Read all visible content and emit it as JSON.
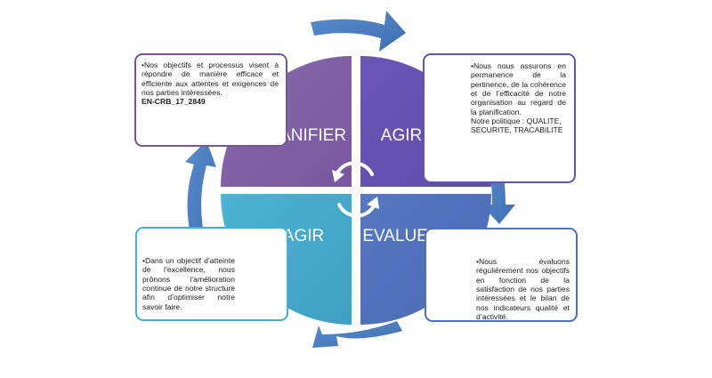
{
  "quadrants": {
    "top_left": "PLANIFIER",
    "top_right": "AGIR",
    "bottom_left": "AGIR",
    "bottom_right": "EVALUER"
  },
  "boxes": {
    "top_left": {
      "text": "•Nos objectifs et processus visent à répondre de manière efficace et efficiente aux attentes et exigences de nos parties intéressées.",
      "ref": "EN-CRB_17_2849"
    },
    "top_right": {
      "text": "•Nous nous assurons en permanence de la pertinence, de la cohérence et de l’efficacité de notre organisation au regard de la planification.",
      "policy": "Notre politique : QUALITE, SECURITE, TRACABILITE"
    },
    "bottom_left": {
      "text": "•Dans un objectif d’atteinte de l’excellence, nous prônons l’amélioration continue de notre structure afin d’optimiser notre savoir faire."
    },
    "bottom_right": {
      "text": "•Nous évaluons régulièrement nos objectifs en fonction de la satisfaction de nos parties intéressées et le bilan de nos indicateurs qualité et d’activité."
    }
  },
  "colors": {
    "planifier": "#8061a3",
    "agir_top": "#6452b0",
    "agir_bottom": "#45aac8",
    "evaluer": "#4f72bc",
    "arrow": "#4a7dbf"
  }
}
